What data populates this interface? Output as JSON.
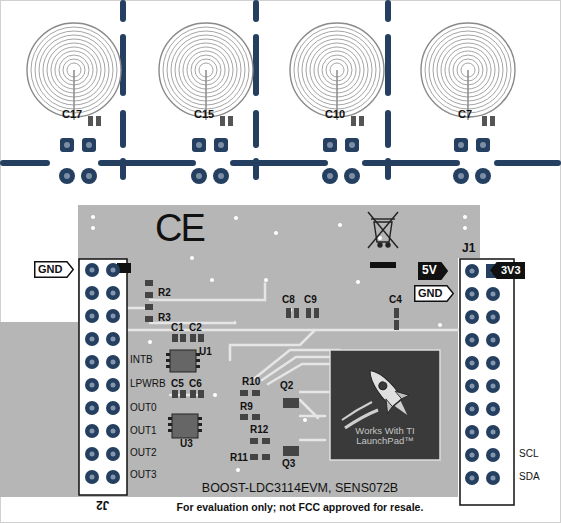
{
  "diagram": {
    "nodes": [
      {
        "text": [
          "GND"
        ]
      },
      {
        "text": [
          "5V"
        ]
      },
      {
        "text": [
          "GND"
        ]
      },
      {
        "text": [
          "3V3"
        ]
      },
      {
        "text": [
          "Works With TI LaunchPad™"
        ]
      }
    ],
    "edges": [],
    "labels": [
      "C17",
      "C15",
      "C10",
      "C7",
      "CE",
      "J1",
      "R2",
      "R3",
      "C1",
      "C2",
      "U1",
      "C8",
      "C9",
      "C4",
      "INTB",
      "LPWRB",
      "C5",
      "C6",
      "OUT0",
      "R10",
      "Q2",
      "R9",
      "OUT1",
      "U3",
      "R12",
      "OUT2",
      "R11",
      "Q3",
      "OUT3",
      "SCL",
      "SDA",
      "J2",
      "BOOST-LDC3114EVM, SENS072B",
      "For evaluation only; not FCC approved for resale."
    ]
  }
}
